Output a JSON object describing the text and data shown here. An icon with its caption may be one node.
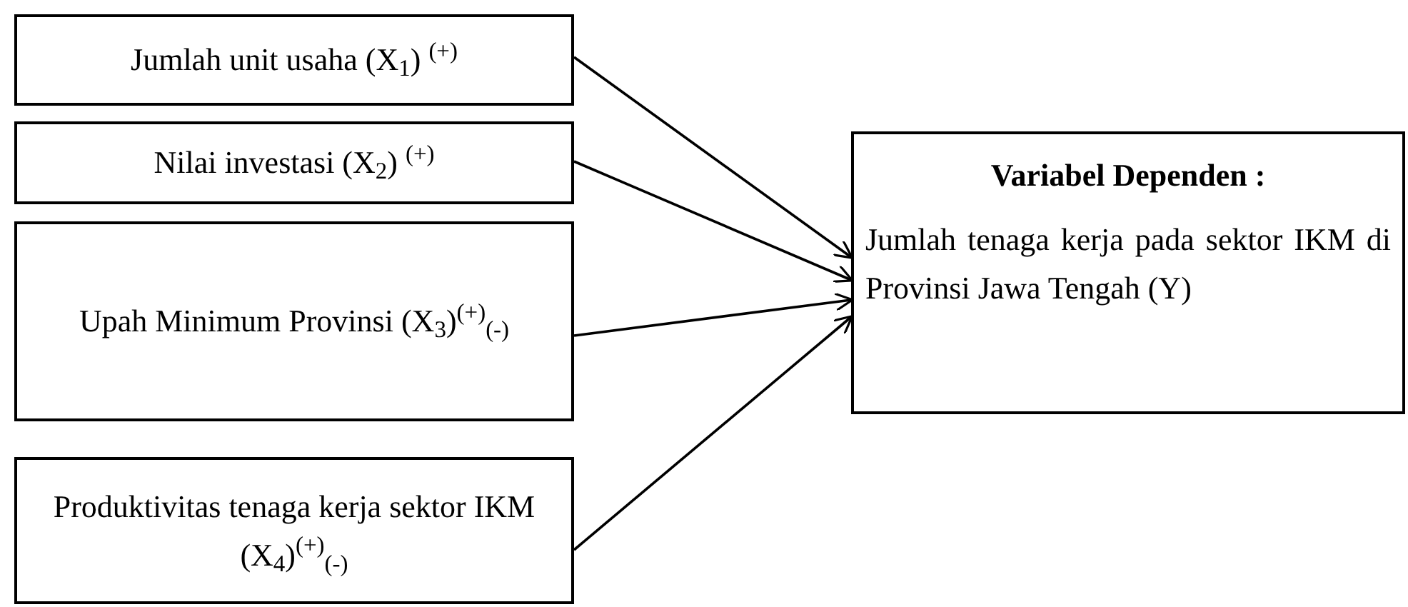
{
  "diagram": {
    "nodes": [
      {
        "text": [
          "Jumlah unit usaha (X$_{1}$) $^{(+)}$"
        ]
      },
      {
        "text": [
          "Nilai investasi (X$_{2}$) $^{(+)}$"
        ]
      },
      {
        "text": [
          "Upah Minimum Provinsi (X$_{3}$)$^{(+)}$$_{(-)}$"
        ]
      },
      {
        "text": [
          "Produktivitas tenaga kerja sektor IKM (X$_{4}$)$^{(+)}$$_{(-)}$"
        ]
      },
      {
        "text": [
          "Variabel Dependen :",
          "Jumlah tenaga kerja pada sektor IKM di Provinsi Jawa Tengah (Y)"
        ]
      }
    ],
    "edges": [
      {
        "from": 0,
        "to": 4,
        "arrow": "to"
      },
      {
        "from": 1,
        "to": 4,
        "arrow": "to"
      },
      {
        "from": 2,
        "to": 4,
        "arrow": "to"
      },
      {
        "from": 3,
        "to": 4,
        "arrow": "to"
      }
    ]
  }
}
